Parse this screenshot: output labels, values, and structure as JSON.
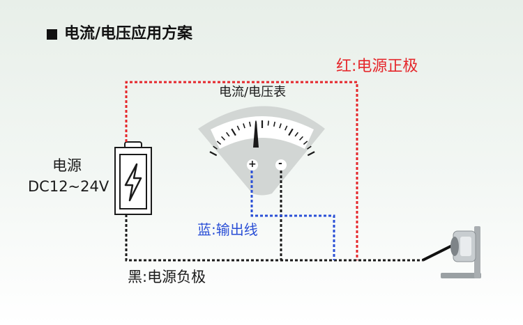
{
  "title": "电流/电压应用方案",
  "labels": {
    "red_wire": "红:电源正极",
    "meter": "电流/电压表",
    "power_line1": "电源",
    "power_line2": "DC12~24V",
    "blue_wire": "蓝:输出线",
    "black_wire": "黑:电源负极",
    "plus": "+",
    "minus": "-"
  },
  "colors": {
    "red": "#e5262a",
    "blue": "#2a4fd6",
    "black": "#1a1a1a",
    "meter_body": "#d2d6d4"
  },
  "icons": [
    "square-bullet-icon",
    "battery-icon",
    "lightning-bolt-icon",
    "meter-needle-icon",
    "sensor-device-icon"
  ]
}
